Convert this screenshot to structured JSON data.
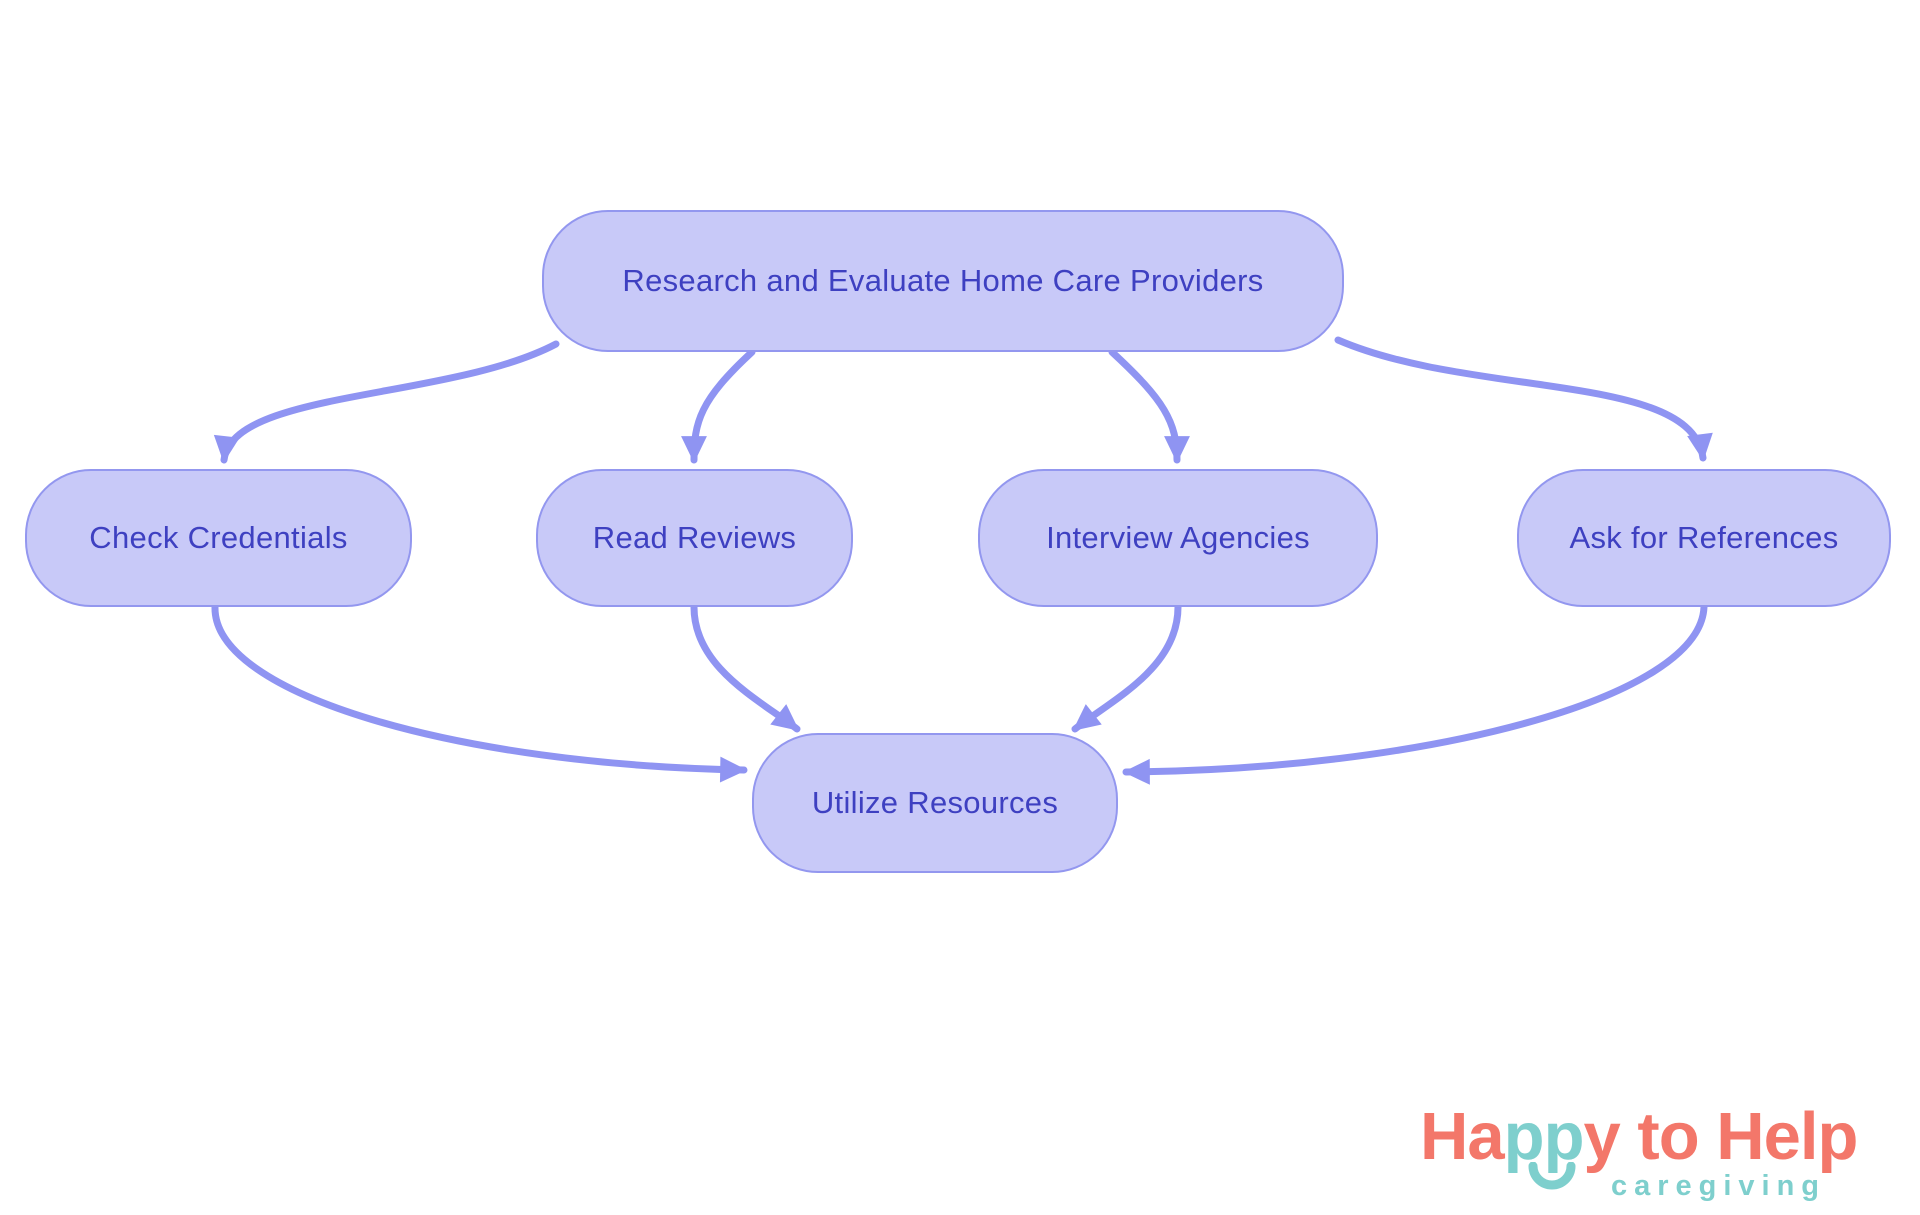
{
  "diagram": {
    "title_node": "Research and Evaluate Home Care Providers",
    "nodes": [
      {
        "id": "research",
        "label": "Research and Evaluate Home Care Providers"
      },
      {
        "id": "check-credentials",
        "label": "Check Credentials"
      },
      {
        "id": "read-reviews",
        "label": "Read Reviews"
      },
      {
        "id": "interview-agencies",
        "label": "Interview Agencies"
      },
      {
        "id": "ask-references",
        "label": "Ask for References"
      },
      {
        "id": "utilize-resources",
        "label": "Utilize Resources"
      }
    ],
    "edges": [
      {
        "from": "research",
        "to": "check-credentials"
      },
      {
        "from": "research",
        "to": "read-reviews"
      },
      {
        "from": "research",
        "to": "interview-agencies"
      },
      {
        "from": "research",
        "to": "ask-references"
      },
      {
        "from": "check-credentials",
        "to": "utilize-resources"
      },
      {
        "from": "read-reviews",
        "to": "utilize-resources"
      },
      {
        "from": "interview-agencies",
        "to": "utilize-resources"
      },
      {
        "from": "ask-references",
        "to": "utilize-resources"
      }
    ],
    "colors": {
      "node_fill": "#c8c9f8",
      "node_border": "#9397ef",
      "node_text": "#3e40c1",
      "arrow": "#8f94f2",
      "background": "#ffffff"
    }
  },
  "logo": {
    "parts": [
      "Ha",
      "pp",
      "y",
      " to ",
      "Help"
    ],
    "tagline": "caregiving",
    "coral": "#f3776a",
    "teal": "#7ecfcd"
  }
}
